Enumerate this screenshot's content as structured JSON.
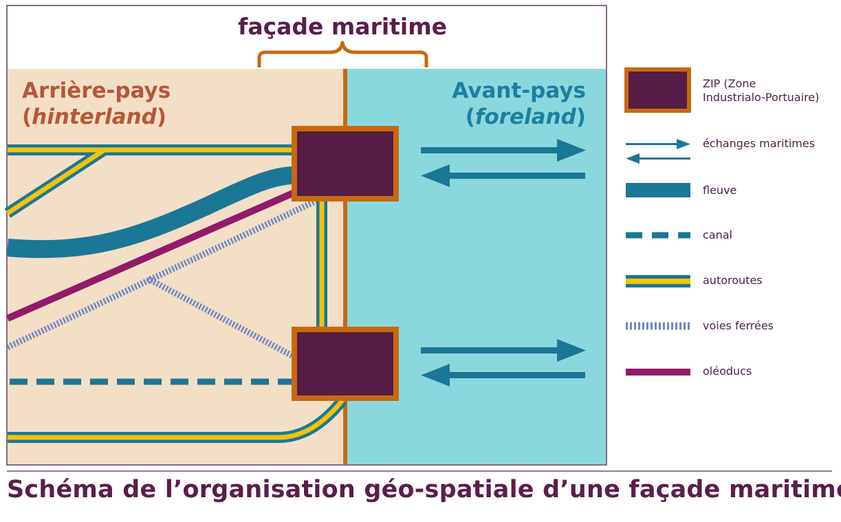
{
  "facade_label": "façade maritime",
  "hinterland": {
    "line1": "Arrière-pays",
    "line2_open": "(",
    "line2_em": "hinterland",
    "line2_close": ")"
  },
  "foreland": {
    "line1": "Avant-pays",
    "line2_open": "(",
    "line2_em": "foreland",
    "line2_close": ")"
  },
  "legend": {
    "zip_line1": "ZIP (Zone",
    "zip_line2": "Industrialo-Portuaire)",
    "echanges": "échanges maritimes",
    "fleuve": "fleuve",
    "canal": "canal",
    "autoroutes": "autoroutes",
    "voies": "voies ferrées",
    "oleoducs": "oléoducs"
  },
  "caption": "Schéma de l’organisation géo-spatiale d’une façade maritime",
  "colors": {
    "hinterland_bg": "#f3dfc6",
    "foreland_bg": "#8ad8de",
    "zip_fill": "#561c45",
    "zip_border": "#c8690f",
    "teal": "#1b7796",
    "yellow": "#f5c207",
    "rail": "#6f86c2",
    "pipeline": "#921a6a",
    "hinterland_text": "#b5573a",
    "foreland_text": "#1d7f9e"
  },
  "icons": [
    "zip-icon",
    "exchange-arrows-icon",
    "river-icon",
    "canal-icon",
    "highway-icon",
    "railway-icon",
    "pipeline-icon"
  ]
}
